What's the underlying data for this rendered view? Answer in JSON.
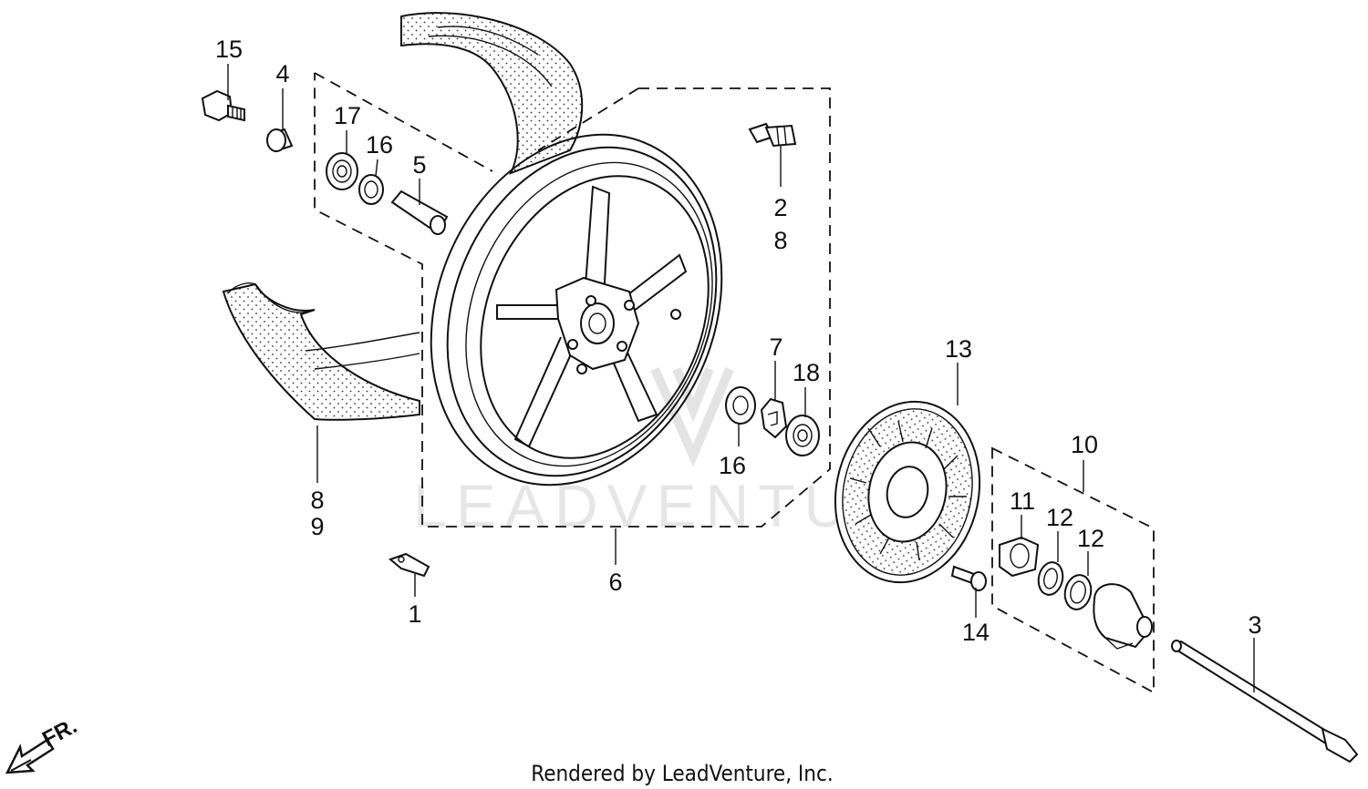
{
  "watermark": "LEADVENTURE",
  "footer": "Rendered by LeadVenture, Inc.",
  "direction_indicator": "FR.",
  "callouts": {
    "c1": "1",
    "c2": "2",
    "c3": "3",
    "c4": "4",
    "c5": "5",
    "c6": "6",
    "c7": "7",
    "c8": "8",
    "c8b": "8",
    "c9": "9",
    "c10": "10",
    "c11": "11",
    "c12a": "12",
    "c12b": "12",
    "c13": "13",
    "c14": "14",
    "c15": "15",
    "c16a": "16",
    "c16b": "16",
    "c17": "17",
    "c18": "18"
  }
}
